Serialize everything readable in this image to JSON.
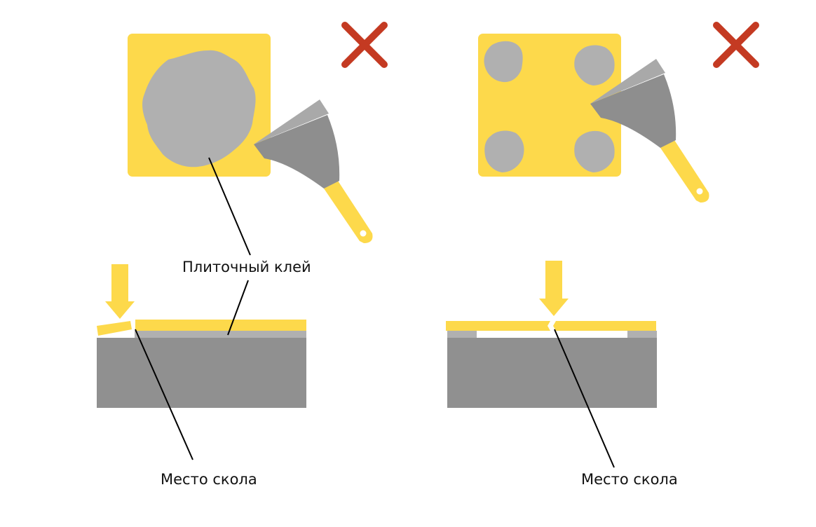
{
  "labels": {
    "adhesive": "Плиточный клей",
    "chip_left": "Место скола",
    "chip_right": "Место скола"
  },
  "icons": {
    "wrong": "cross-icon",
    "tool": "trowel-icon",
    "force": "arrow-down-icon"
  },
  "colors": {
    "tile": "#fdd94b",
    "adhesive": "#b0b0b0",
    "base": "#909090",
    "trowel_blade_dark": "#8e8e8e",
    "trowel_blade_light": "#a9a9a9",
    "cross": "#c43a22",
    "leader_line": "#000000"
  }
}
